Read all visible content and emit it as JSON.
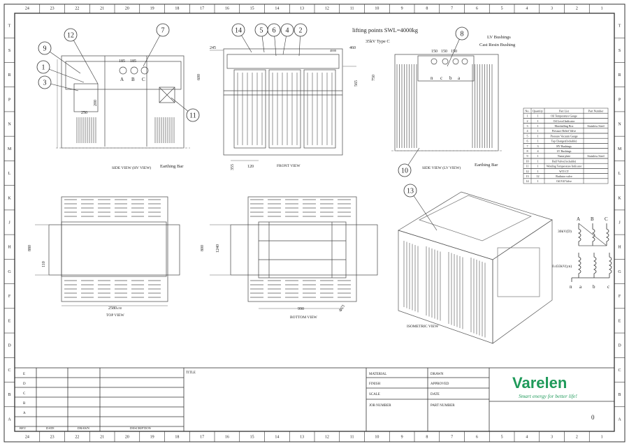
{
  "border": {
    "columns": [
      "24",
      "23",
      "22",
      "21",
      "20",
      "19",
      "18",
      "17",
      "16",
      "15",
      "14",
      "13",
      "12",
      "11",
      "10",
      "9",
      "8",
      "7",
      "6",
      "5",
      "4",
      "3",
      "2",
      "1"
    ],
    "rows": [
      "T",
      "S",
      "R",
      "P",
      "N",
      "M",
      "L",
      "K",
      "J",
      "H",
      "G",
      "F",
      "E",
      "D",
      "C",
      "B",
      "A"
    ]
  },
  "views": {
    "side_hv": "SIDE VIEW (HV VIEW)",
    "front": "FRONT VIEW",
    "side_lv": "SIDE VIEW (LV VIEW)",
    "top": "TOP VIEW",
    "bottom": "BOTTOM VIEW",
    "isometric": "ISOMETRIC VIEW"
  },
  "annotations": {
    "lifting": "lifting points SWL=4000kg",
    "cable": "35kV Type C",
    "lv_bushings": "LV Bushings",
    "cast_resin": "Cast Resin Bushing",
    "earthing_left": "Earthing Bar",
    "earthing_right": "Earthing Bar",
    "hv_phases": [
      "A",
      "B",
      "C"
    ],
    "lv_phases": [
      "n",
      "c",
      "b",
      "a"
    ],
    "dim_185a": "185",
    "dim_185b": "185",
    "dim_200": "200",
    "dim_250": "250",
    "dim_245": "245",
    "dim_600": "600",
    "dim_460": "460",
    "dim_565": "565",
    "dim_750": "750",
    "dim_120": "120",
    "dim_355": "355",
    "dim_150a": "150",
    "dim_150b": "150",
    "dim_150c": "150",
    "dim_880": "880",
    "dim_110": "110",
    "dim_2580": "2580",
    "dim_2580_tol": "±50",
    "dim_800": "800",
    "dim_1240": "1240",
    "dim_990": "990",
    "dim_d23": "Φ23",
    "dim_4000": "4000",
    "hv_voltage": "30kV(D)",
    "lv_voltage": "0.433kV(yn)",
    "hv_terminals": [
      "A",
      "B",
      "C"
    ],
    "lv_terminals": [
      "n",
      "a",
      "b",
      "c"
    ]
  },
  "balloons": [
    "12",
    "7",
    "9",
    "1",
    "3",
    "11",
    "14",
    "5",
    "6",
    "4",
    "2",
    "8",
    "10",
    "13"
  ],
  "parts_table": {
    "headers": [
      "No.",
      "Quantity",
      "Part List",
      "Part Number"
    ],
    "rows": [
      [
        "1",
        "1",
        "Oil Temperature Gauge",
        ""
      ],
      [
        "2",
        "1",
        "Oil Level Indicator",
        ""
      ],
      [
        "3",
        "1",
        "Marshalling Box",
        "Stainless Steel"
      ],
      [
        "4",
        "1",
        "Pressure Relief Valve",
        ""
      ],
      [
        "5",
        "1",
        "Pressure Vacuum Gauge",
        ""
      ],
      [
        "6",
        "1",
        "Tap Changer(lockable)",
        ""
      ],
      [
        "7",
        "3",
        "HV Bushings",
        ""
      ],
      [
        "8",
        "4",
        "LV Bushings",
        ""
      ],
      [
        "9",
        "1",
        "Name plate",
        "Stainless Steel"
      ],
      [
        "10",
        "1",
        "Ball Valve( lockable)",
        ""
      ],
      [
        "11",
        "1",
        "Winding Temperature Indicator",
        ""
      ],
      [
        "12",
        "1",
        "WTI CT",
        ""
      ],
      [
        "13",
        "12",
        "Radiator valve",
        ""
      ],
      [
        "14",
        "1",
        "Oil Fill Valve",
        ""
      ]
    ]
  },
  "title_block": {
    "revisions": [
      "E",
      "D",
      "C",
      "B",
      "A"
    ],
    "rev_headers": [
      "REV",
      "DATE",
      "DRAWN",
      "DESCRIPTION"
    ],
    "title_label": "TITLE",
    "material": "MATERIAL",
    "finish": "FINISH",
    "scale": "SCALE",
    "job_number": "JOB NUMBER",
    "drawn": "DRAWN",
    "approved": "APPROVED",
    "date": "DATE",
    "part_number": "PART NUMBER",
    "sheet_value": "0"
  },
  "brand": {
    "name": "Varelen",
    "tagline": "Smart energy for better life!",
    "color": "#1f9a5a"
  }
}
